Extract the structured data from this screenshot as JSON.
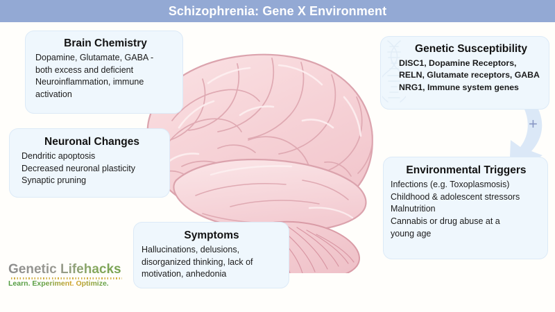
{
  "header": {
    "title": "Schizophrenia: Gene X Environment",
    "bar_color": "#93a9d4",
    "text_color": "#ffffff"
  },
  "canvas": {
    "background_color": "#fffefb",
    "card_fill": "#eff7fd",
    "card_border": "#dceaf7"
  },
  "cards": {
    "brain_chemistry": {
      "title": "Brain Chemistry",
      "lines": [
        "Dopamine, Glutamate, GABA -",
        "both excess and deficient",
        "Neuroinflammation, immune",
        "activation"
      ]
    },
    "neuronal_changes": {
      "title": "Neuronal Changes",
      "lines": [
        "Dendritic apoptosis",
        "Decreased neuronal plasticity",
        "Synaptic pruning"
      ]
    },
    "symptoms": {
      "title": "Symptoms",
      "lines": [
        "Hallucinations, delusions,",
        "disorganized thinking, lack of",
        "motivation, anhedonia"
      ]
    },
    "genetic_susceptibility": {
      "title": "Genetic Susceptibility",
      "lines": [
        "DISC1,  Dopamine Receptors,",
        "RELN,  Glutamate receptors, GABA",
        "NRG1, Immune system genes"
      ]
    },
    "environmental_triggers": {
      "title": "Environmental Triggers",
      "lines": [
        "Infections (e.g. Toxoplasmosis)",
        "Childhood & adolescent stressors",
        "Malnutrition",
        "Cannabis or drug abuse at a",
        "young age"
      ]
    }
  },
  "connector": {
    "plus_symbol": "+",
    "arrow_color": "#dbe8f7",
    "plus_color": "#8897c4"
  },
  "artwork": {
    "brain_label": "brain-illustration",
    "brain_fill": "#f7d7da",
    "brain_outline": "#dba3ad",
    "dna_label": "dna-helix-watermark",
    "dna_color": "#d7e5f3"
  },
  "logo": {
    "name": "Genetic Lifehacks",
    "tagline": "Learn. Experiment. Optimize."
  }
}
